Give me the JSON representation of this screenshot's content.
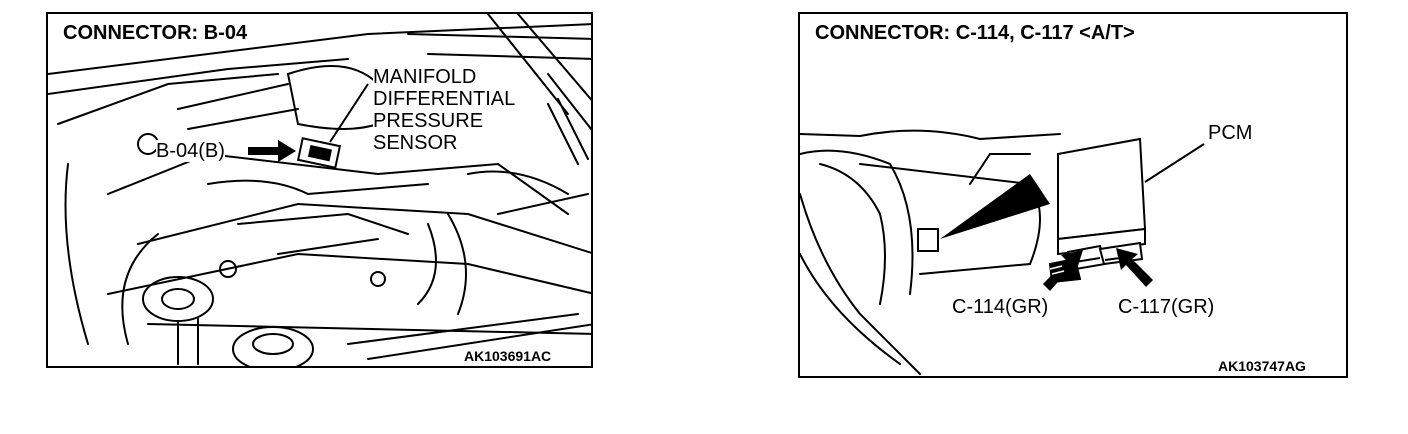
{
  "left_figure": {
    "title": "CONNECTOR: B-04",
    "connector_label": "B-04(B)",
    "component_lines": [
      "MANIFOLD",
      "DIFFERENTIAL",
      "PRESSURE",
      "SENSOR"
    ],
    "figure_code": "AK103691AC"
  },
  "right_figure": {
    "title": "CONNECTOR: C-114, C-117 <A/T>",
    "component_label": "PCM",
    "connector_label_1": "C-114(GR)",
    "connector_label_2": "C-117(GR)",
    "figure_code": "AK103747AG"
  }
}
